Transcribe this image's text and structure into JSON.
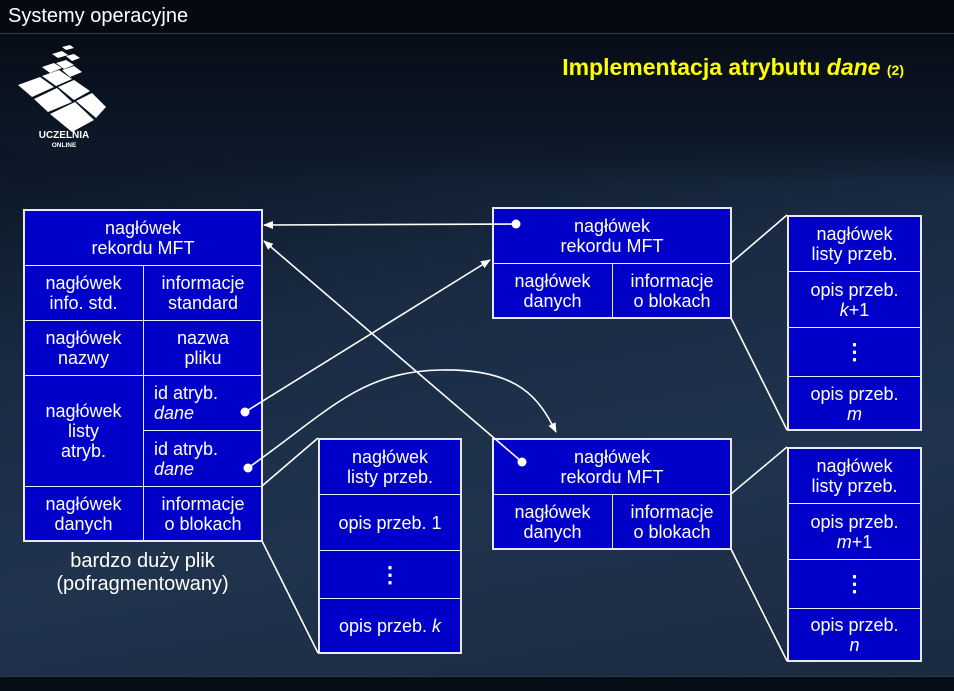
{
  "header": {
    "course": "Systemy operacyjne",
    "logo_text": [
      "UCZELNIA",
      "ONLINE"
    ]
  },
  "title": {
    "prefix": "Implementacja atrybutu ",
    "italic": "dane",
    "suffix": "(2)"
  },
  "main_record": {
    "header": [
      "nagłówek",
      "rekordu MFT"
    ],
    "rows": [
      {
        "left": [
          "nagłówek",
          "info. std."
        ],
        "right": [
          "informacje",
          "standard"
        ]
      },
      {
        "left": [
          "nagłówek",
          "nazwy"
        ],
        "right": [
          "nazwa",
          "pliku"
        ]
      },
      {
        "left": [
          "nagłówek",
          "listy",
          "atryb."
        ],
        "right1": [
          "id atryb.",
          "dane"
        ],
        "right2": [
          "id atryb.",
          "dane"
        ]
      },
      {
        "left": [
          "nagłówek",
          "danych"
        ],
        "right": [
          "informacje",
          "o blokach"
        ]
      }
    ],
    "caption": [
      "bardzo duży plik",
      "(pofragmentowany)"
    ]
  },
  "ext_records": [
    {
      "header": [
        "nagłówek",
        "rekordu MFT"
      ],
      "left": [
        "nagłówek",
        "danych"
      ],
      "right": [
        "informacje",
        "o blokach"
      ]
    },
    {
      "header": [
        "nagłówek",
        "rekordu MFT"
      ],
      "left": [
        "nagłówek",
        "danych"
      ],
      "right": [
        "informacje",
        "o blokach"
      ]
    }
  ],
  "run_lists": [
    {
      "header": [
        "nagłówek",
        "listy przeb."
      ],
      "first": [
        "opis przeb. 1",
        ""
      ],
      "dots": "⋮",
      "last": [
        "opis przeb. ",
        "k"
      ]
    },
    {
      "header": [
        "nagłówek",
        "listy przeb."
      ],
      "first": [
        "opis przeb.",
        "k",
        "+1"
      ],
      "dots": "⋮",
      "last": [
        "opis przeb.",
        "m"
      ]
    },
    {
      "header": [
        "nagłówek",
        "listy przeb."
      ],
      "first": [
        "opis przeb.",
        "m",
        "+1"
      ],
      "dots": "⋮",
      "last": [
        "opis przeb.",
        "n"
      ]
    }
  ]
}
